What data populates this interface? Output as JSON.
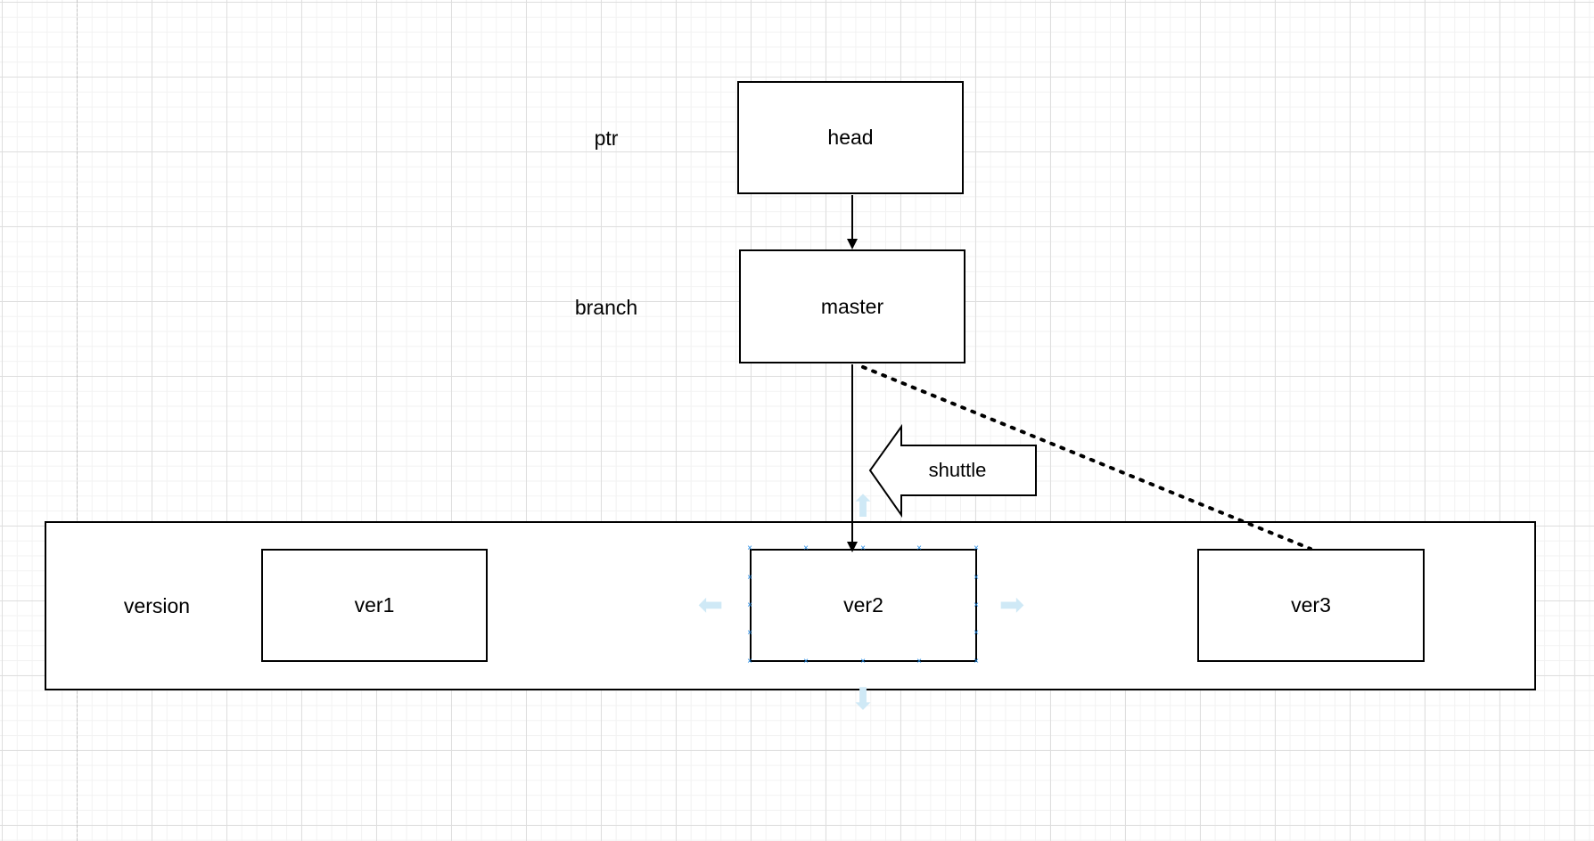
{
  "labels": {
    "ptr": "ptr",
    "branch": "branch",
    "version": "version"
  },
  "nodes": {
    "head": "head",
    "master": "master",
    "ver1": "ver1",
    "ver2": "ver2",
    "ver3": "ver3",
    "shuttle": "shuttle"
  },
  "colors": {
    "stroke": "#000000",
    "selection": "#1e88e5",
    "hint": "#cfe9f6"
  }
}
